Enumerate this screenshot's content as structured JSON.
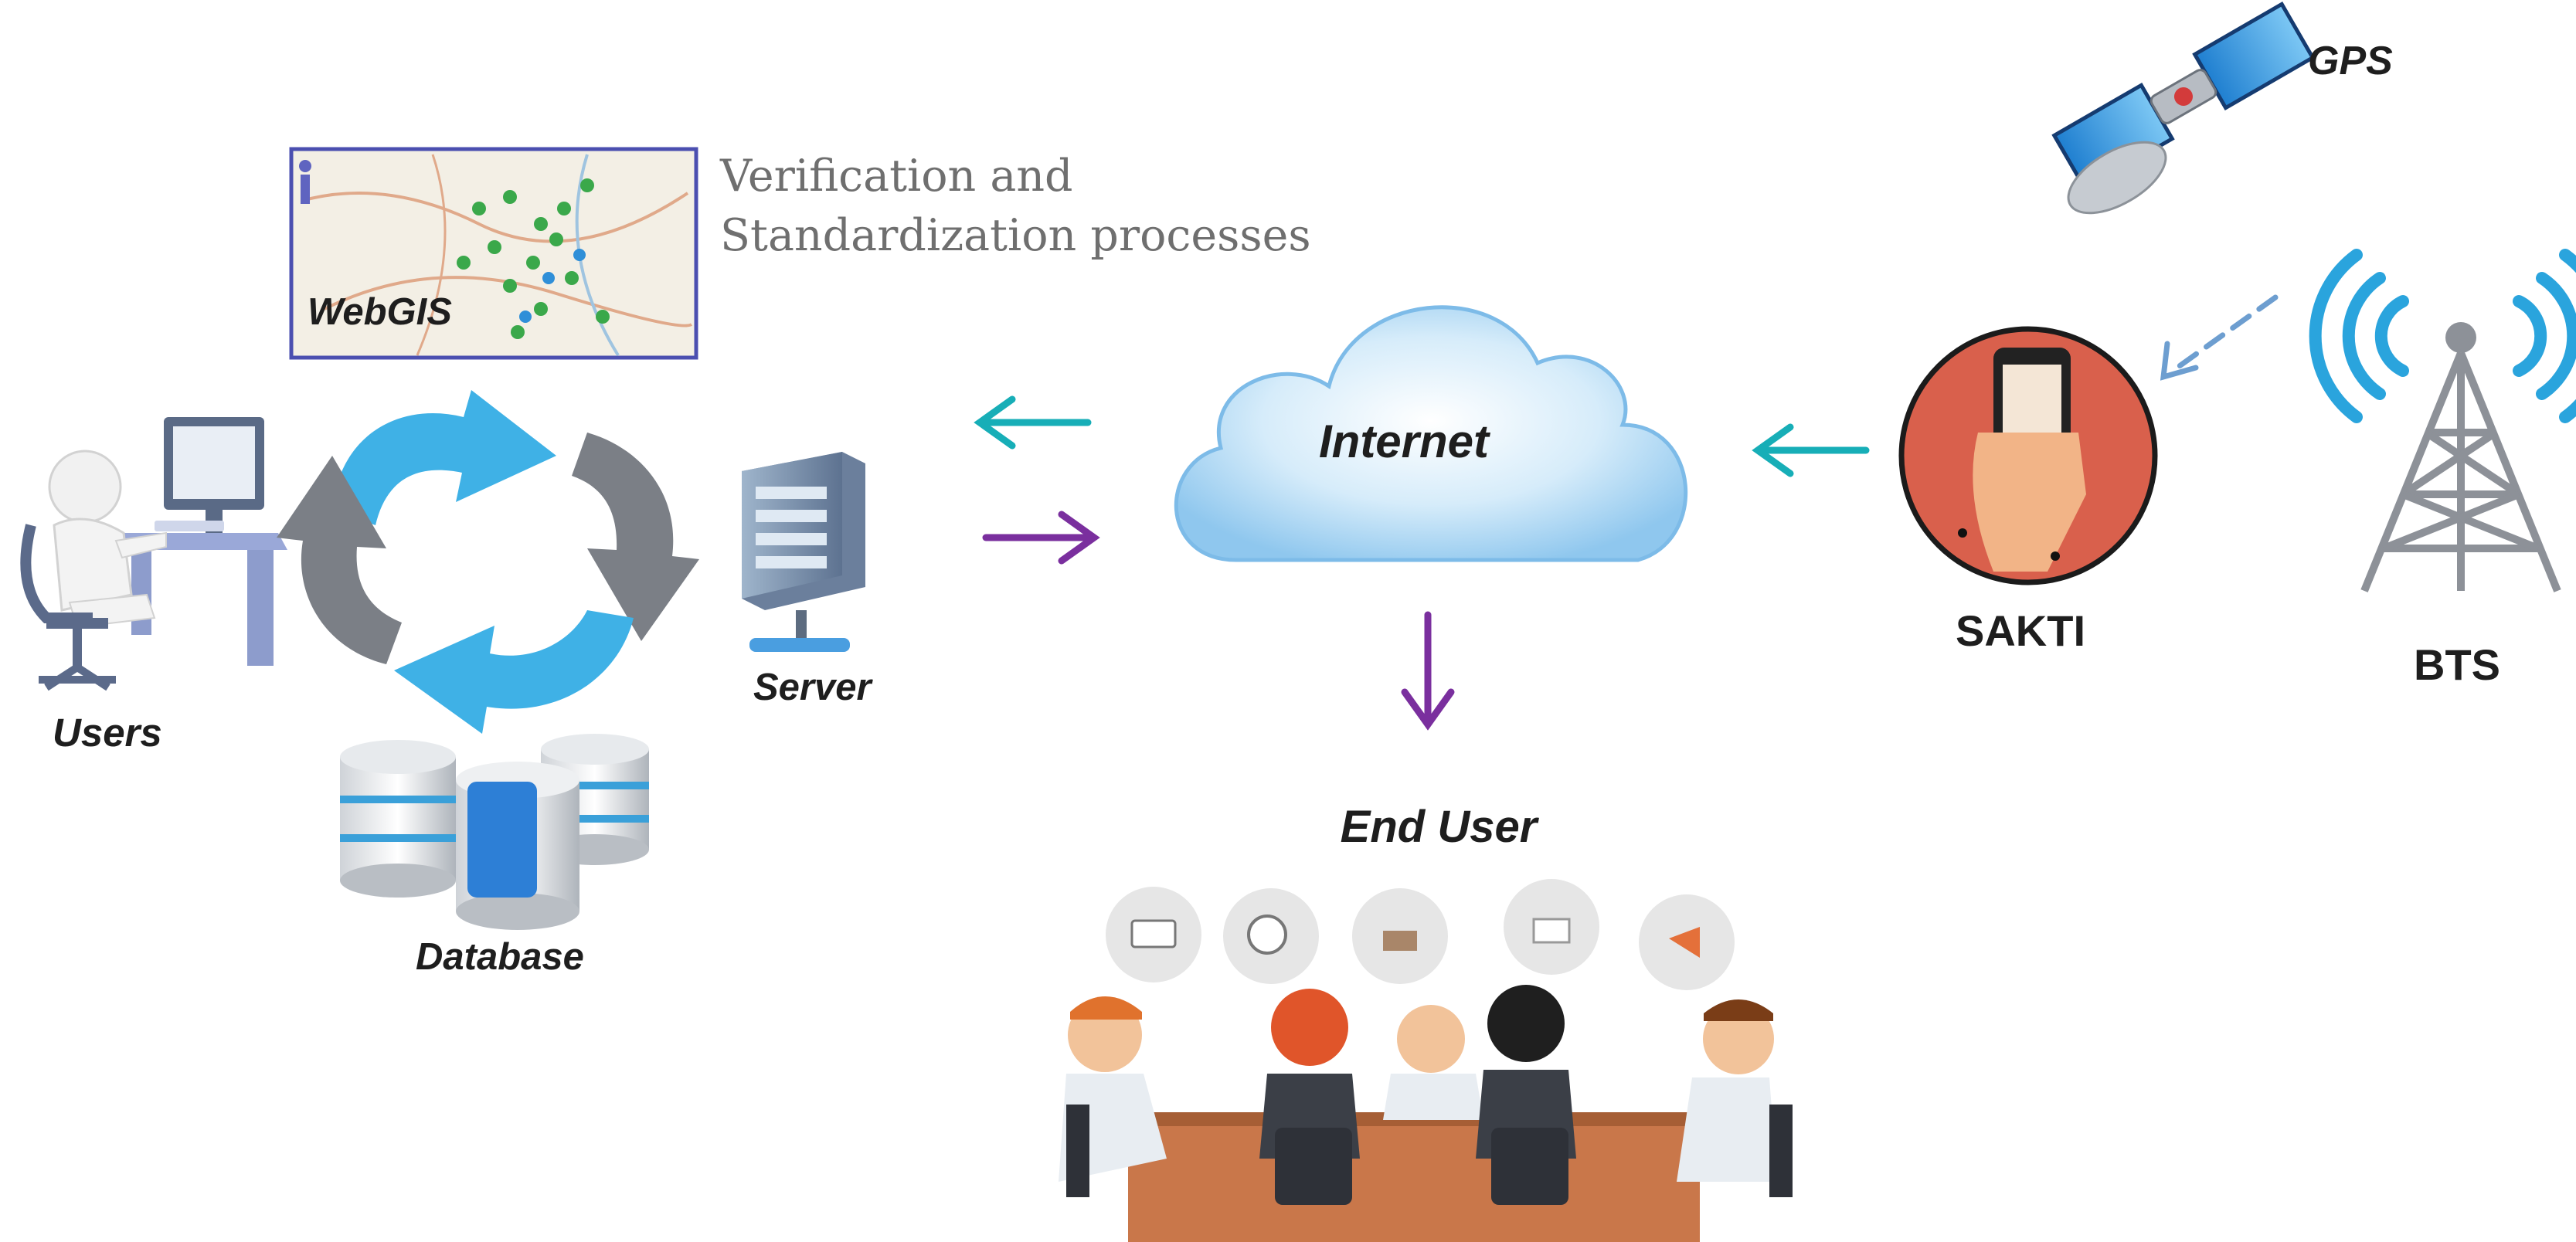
{
  "labels": {
    "users": "Users",
    "database": "Database",
    "server": "Server",
    "webgis": "WebGIS",
    "internet": "Internet",
    "end_user": "End User",
    "sakti": "SAKTI",
    "gps": "GPS",
    "bts": "BTS"
  },
  "note": {
    "line1": "Verification and",
    "line2": "Standardization processes"
  },
  "colors": {
    "teal_arrow": "#17aeb7",
    "purple_arrow": "#7a2f9e",
    "gps_link": "#6d9ed0",
    "cloud": "#bfe2f7",
    "sakti_badge": "#d9604c",
    "cycle_blue": "#3fb1e6",
    "cycle_gray": "#7b7f86"
  },
  "icons": [
    "user-at-computer-icon",
    "sync-cycle-icon",
    "database-icon",
    "server-icon",
    "webgis-map-icon",
    "internet-cloud-icon",
    "sakti-phone-icon",
    "gps-satellite-icon",
    "bts-tower-icon",
    "end-user-meeting-icon"
  ],
  "arrows": [
    {
      "from": "internet",
      "to": "server",
      "color": "teal"
    },
    {
      "from": "server",
      "to": "internet",
      "color": "purple"
    },
    {
      "from": "internet",
      "to": "end_user",
      "color": "purple"
    },
    {
      "from": "sakti",
      "to": "internet",
      "color": "teal"
    },
    {
      "from": "gps",
      "to": "sakti",
      "color": "dashed"
    }
  ]
}
